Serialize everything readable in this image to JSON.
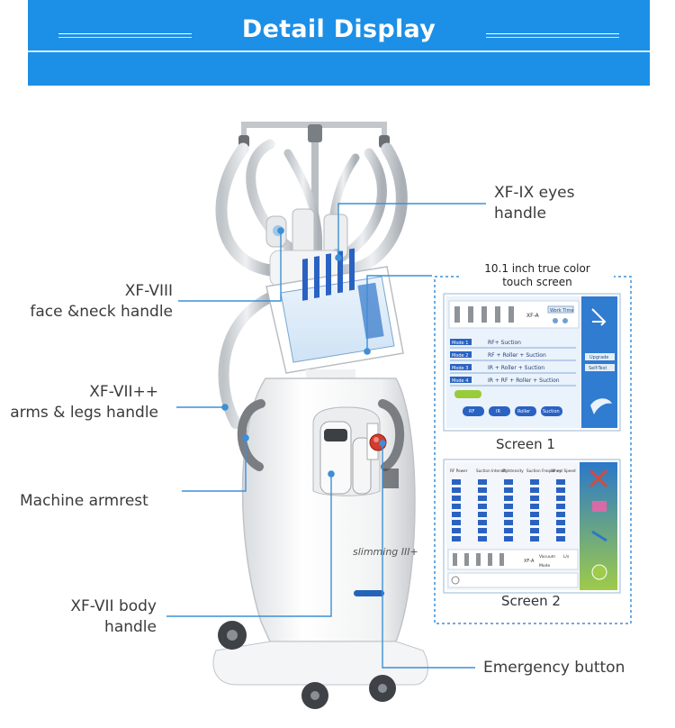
{
  "header": {
    "title": "Detail Display"
  },
  "labels": {
    "eyes_line1": "XF-IX eyes",
    "eyes_line2": "handle",
    "face_line1": "XF-VIII",
    "face_line2": "face &neck handle",
    "arms_line1": "XF-VII++",
    "arms_line2": "arms & legs handle",
    "armrest": "Machine armrest",
    "body_line1": "XF-VII body",
    "body_line2": "handle",
    "emergency": "Emergency button"
  },
  "screens": {
    "caption_line1": "10.1 inch true color",
    "caption_line2": "touch screen",
    "screen1_label": "Screen 1",
    "screen2_label": "Screen 2"
  },
  "device": {
    "brand": "slimming III+"
  },
  "screen1": {
    "header_chip": "Work Time",
    "model_label": "XF-A",
    "modes": [
      {
        "mode": "Mode 1",
        "desc": "RF+ Suction"
      },
      {
        "mode": "Mode 2",
        "desc": "RF + Roller + Suction"
      },
      {
        "mode": "Mode 3",
        "desc": "IR + Roller + Suction"
      },
      {
        "mode": "Mode 4",
        "desc": "IR + RF + Roller + Suction"
      }
    ],
    "side_buttons": [
      "Upgrade",
      "Self-Test"
    ],
    "bottom_buttons": [
      "RF",
      "IR",
      "Roller",
      "Suction"
    ]
  },
  "screen2": {
    "columns": [
      "RF Power",
      "Suction Intensity",
      "IR Intensity",
      "Suction Frequency",
      "Wheel Speed"
    ],
    "bottom_model": "XF-A",
    "vacuum_label": "Vacuum",
    "mode_label": "Mode",
    "unit_label": "L/s"
  },
  "colors": {
    "banner": "#1c8fe6",
    "leader": "#3d8fd6",
    "screen_blue": "#2a62c2"
  }
}
